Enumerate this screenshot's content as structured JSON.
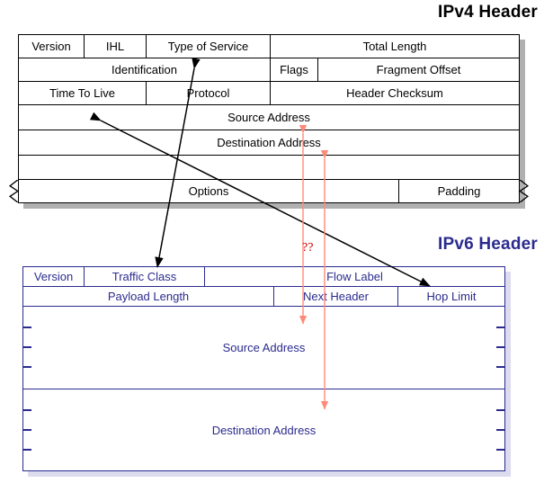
{
  "titles": {
    "ipv4": "IPv4 Header",
    "ipv6": "IPv6 Header"
  },
  "annotations": {
    "question_marks": "??"
  },
  "colors": {
    "ipv4_text": "#000000",
    "ipv4_border": "#000000",
    "ipv6_text": "#2b2b8f",
    "ipv6_border": "#2b2b8f",
    "mapping_arrow": "#ff8a7a",
    "moved_field_arrow": "#000000",
    "question_mark": "#cc0000",
    "shadow_ipv4": "#b0b0b0",
    "shadow_ipv6": "#dcdcee"
  },
  "ipv4": {
    "rows": [
      {
        "cells": [
          {
            "label": "Version"
          },
          {
            "label": "IHL"
          },
          {
            "label": "Type of Service"
          },
          {
            "label": "Total Length"
          }
        ]
      },
      {
        "cells": [
          {
            "label": "Identification"
          },
          {
            "label": "Flags"
          },
          {
            "label": "Fragment Offset"
          }
        ]
      },
      {
        "cells": [
          {
            "label": "Time To Live"
          },
          {
            "label": "Protocol"
          },
          {
            "label": "Header Checksum"
          }
        ]
      },
      {
        "cells": [
          {
            "label": "Source Address"
          }
        ]
      },
      {
        "cells": [
          {
            "label": "Destination Address"
          }
        ]
      },
      {
        "cells": [
          {
            "label": "Options"
          },
          {
            "label": "Padding"
          }
        ]
      }
    ]
  },
  "ipv6": {
    "rows": [
      {
        "cells": [
          {
            "label": "Version"
          },
          {
            "label": "Traffic Class"
          },
          {
            "label": "Flow Label"
          }
        ]
      },
      {
        "cells": [
          {
            "label": "Payload Length"
          },
          {
            "label": "Next Header"
          },
          {
            "label": "Hop Limit"
          }
        ]
      },
      {
        "cells": [
          {
            "label": "Source Address"
          }
        ]
      },
      {
        "cells": [
          {
            "label": "Destination Address"
          }
        ]
      }
    ]
  },
  "chart_data": {
    "type": "diagram",
    "title": "IPv4 Header vs IPv6 Header field comparison",
    "mappings": [
      {
        "from": "IPv4 Source Address",
        "to": "IPv6 Source Address",
        "color": "#ff8a7a",
        "style": "double-arrow"
      },
      {
        "from": "IPv4 Destination Address",
        "to": "IPv6 Destination Address",
        "color": "#ff8a7a",
        "style": "double-arrow"
      },
      {
        "from": "IPv4 Type of Service",
        "to": "IPv6 Traffic Class",
        "color": "#000000",
        "style": "double-arrow"
      },
      {
        "from": "IPv4 Time To Live",
        "to": "IPv6 Hop Limit",
        "color": "#000000",
        "style": "double-arrow"
      }
    ],
    "unmapped_marker": "??"
  }
}
